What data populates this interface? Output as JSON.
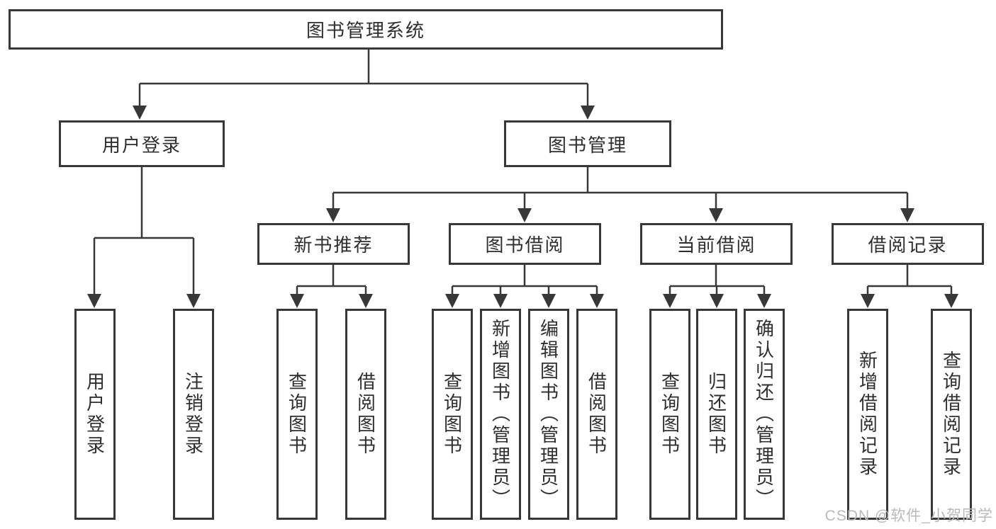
{
  "tree": {
    "root": {
      "label": "图书管理系统"
    },
    "branches": [
      {
        "label": "用户登录",
        "children": [
          {
            "label": "用户登录"
          },
          {
            "label": "注销登录"
          }
        ]
      },
      {
        "label": "图书管理",
        "children": [
          {
            "label": "新书推荐",
            "children": [
              {
                "label": "查询图书"
              },
              {
                "label": "借阅图书"
              }
            ]
          },
          {
            "label": "图书借阅",
            "children": [
              {
                "label": "查询图书"
              },
              {
                "label": "新增图书（管理员）"
              },
              {
                "label": "编辑图书（管理员）"
              },
              {
                "label": "借阅图书"
              }
            ]
          },
          {
            "label": "当前借阅",
            "children": [
              {
                "label": "查询图书"
              },
              {
                "label": "归还图书"
              },
              {
                "label": "确认归还（管理员）"
              }
            ]
          },
          {
            "label": "借阅记录",
            "children": [
              {
                "label": "新增借阅记录"
              },
              {
                "label": "查询借阅记录"
              }
            ]
          }
        ]
      }
    ]
  },
  "watermark": {
    "text": "CSDN @软件_小贺同学"
  },
  "colors": {
    "line": "#383838",
    "box_border": "#383838",
    "text": "#2e2e2e",
    "watermark": "#b9b9b9",
    "background": "#ffffff"
  }
}
